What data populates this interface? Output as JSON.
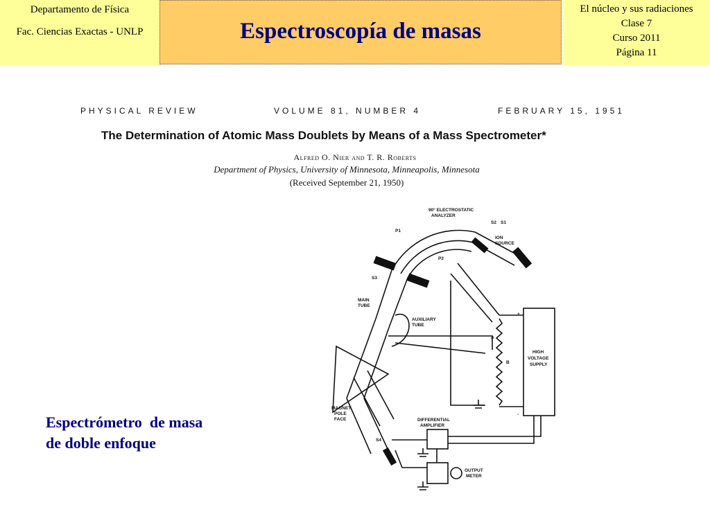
{
  "header": {
    "left": {
      "line1": "Departamento de Física",
      "line2": "Fac. Ciencias Exactas - UNLP"
    },
    "title": "Espectroscopía de masas",
    "right": {
      "line1": "El núcleo y sus radiaciones",
      "line2": "Clase 7",
      "line3": "Curso 2011",
      "line4": "Página 11"
    }
  },
  "paper": {
    "journal": "PHYSICAL REVIEW",
    "volume": "VOLUME 81, NUMBER 4",
    "date": "FEBRUARY 15, 1951",
    "title": "The Determination of Atomic Mass Doublets by Means of a Mass Spectrometer*",
    "authors": "Alfred O. Nier and T. R. Roberts",
    "department": "Department of Physics, University of Minnesota, Minneapolis, Minnesota",
    "received": "(Received September 21, 1950)"
  },
  "diagram_labels": {
    "analyzer": "90° ELECTROSTATIC",
    "analyzer2": "ANALYZER",
    "ion": "ION",
    "source": "SOURCE",
    "main": "MAIN",
    "tube": "TUBE",
    "aux": "AUXILIARY",
    "aux2": "TUBE",
    "high": "HIGH",
    "voltage": "VOLTAGE",
    "supply": "SUPPLY",
    "magnet1": "MAGNET",
    "magnet2": "POLE",
    "magnet3": "FACE",
    "diff1": "DIFFERENTIAL",
    "diff2": "AMPLIFIER",
    "out1": "OUTPUT",
    "out2": "METER",
    "s1": "S1",
    "s2": "S2",
    "s3": "S3",
    "s4": "S4",
    "p1": "P1",
    "p2": "P2",
    "a": "A",
    "b": "B",
    "plus": "+",
    "minus": "-"
  },
  "caption": {
    "line1": "Espectrómetro  de masa",
    "line2": "de doble enfoque"
  },
  "colors": {
    "header_yellow": "#ffff99",
    "header_orange": "#ffcc66",
    "title_navy": "#000080"
  }
}
